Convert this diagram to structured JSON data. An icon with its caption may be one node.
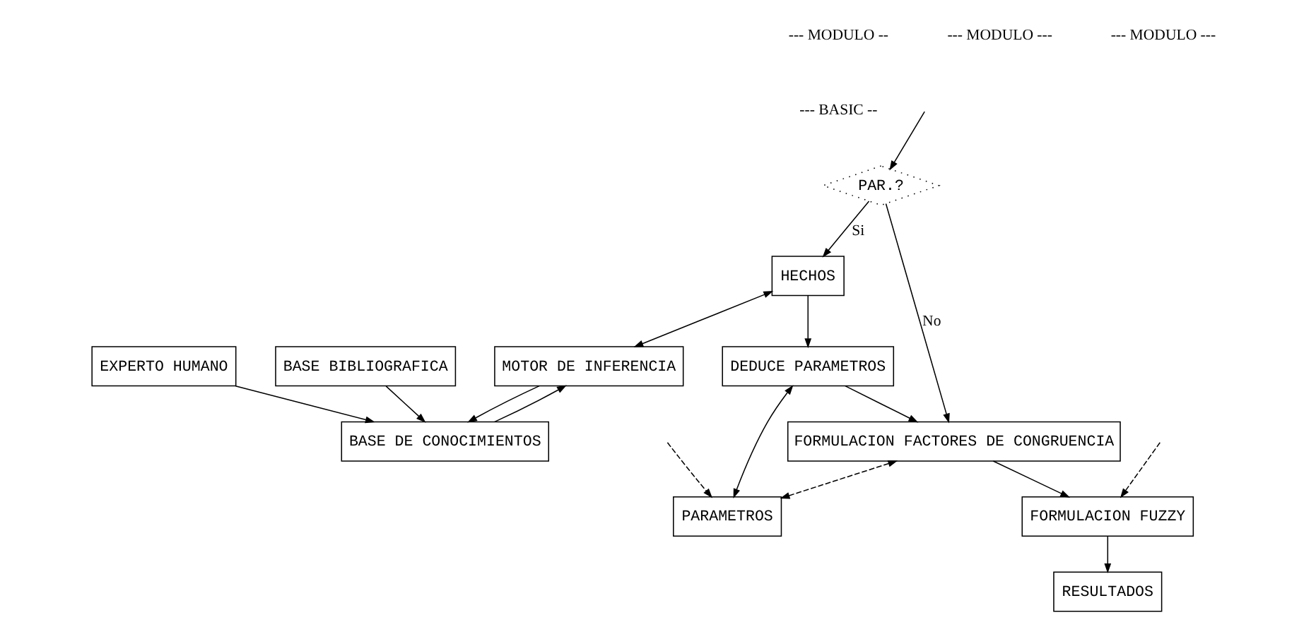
{
  "diagram": {
    "nodes": [
      {
        "text": [
          "PAR.?"
        ]
      },
      {
        "text": [
          "HECHOS"
        ]
      },
      {
        "text": [
          "MOTOR DE INFERENCIA"
        ]
      },
      {
        "text": [
          "DEDUCE PARAMETROS"
        ]
      },
      {
        "text": [
          "FORMULACION FACTORES DE CONGRUENCIA"
        ]
      },
      {
        "text": [
          "PARAMETROS"
        ]
      },
      {
        "text": [
          "BASE DE CONOCIMIENTOS"
        ]
      },
      {
        "text": [
          "EXPERTO HUMANO"
        ]
      },
      {
        "text": [
          "BASE BIBLIOGRAFICA"
        ]
      },
      {
        "text": [
          "FORMULACION FUZZY"
        ]
      },
      {
        "text": [
          "RESULTADOS"
        ]
      }
    ],
    "edges": [
      {
        "from": null,
        "to": 0,
        "arrow": "to"
      },
      {
        "from": 0,
        "to": 1,
        "arrow": "to",
        "label": "Si"
      },
      {
        "from": 0,
        "to": 4,
        "arrow": "to",
        "label": "No"
      },
      {
        "from": 1,
        "to": 2,
        "arrow": "both"
      },
      {
        "from": 1,
        "to": 3,
        "arrow": "to"
      },
      {
        "from": 3,
        "to": 4,
        "arrow": "to"
      },
      {
        "from": 2,
        "to": 6,
        "arrow": "to"
      },
      {
        "from": 6,
        "to": 2,
        "arrow": "to"
      },
      {
        "from": 3,
        "to": 5,
        "arrow": "both"
      },
      {
        "from": 4,
        "to": 5,
        "arrow": "both",
        "style": "dashed"
      },
      {
        "from": 7,
        "to": 6,
        "arrow": "to"
      },
      {
        "from": 8,
        "to": 6,
        "arrow": "to"
      },
      {
        "from": 4,
        "to": 9,
        "arrow": "to"
      },
      {
        "from": null,
        "to": 9,
        "arrow": "to",
        "style": "dashed"
      },
      {
        "from": null,
        "to": 5,
        "arrow": "to",
        "style": "dashed"
      },
      {
        "from": 9,
        "to": 10,
        "arrow": "to"
      }
    ],
    "labels": [
      "--- MODULO --",
      "--- MODULO ---",
      "--- MODULO ---",
      "--- BASIC --"
    ]
  }
}
